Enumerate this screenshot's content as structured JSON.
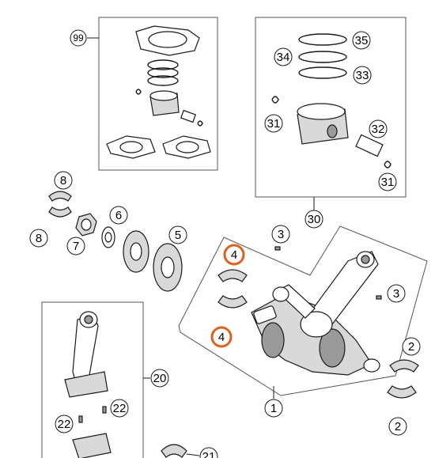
{
  "colors": {
    "background": "#ffffff",
    "line": "#1a1a1a",
    "highlight": "#e0601c",
    "frame": "#555555"
  },
  "callouts": {
    "c99": "99",
    "c35": "35",
    "c34": "34",
    "c33": "33",
    "c31_top": "31",
    "c32": "32",
    "c31_bottom": "31",
    "c30": "30",
    "c8_top": "8",
    "c8_left": "8",
    "c7": "7",
    "c6": "6",
    "c5": "5",
    "c3_top": "3",
    "c3_right": "3",
    "c4_top": "4",
    "c4_bottom": "4",
    "c2_top": "2",
    "c2_bottom": "2",
    "c1": "1",
    "c20": "20",
    "c22_right": "22",
    "c22_left": "22",
    "c21": "21"
  },
  "highlighted_parts": [
    "4"
  ]
}
